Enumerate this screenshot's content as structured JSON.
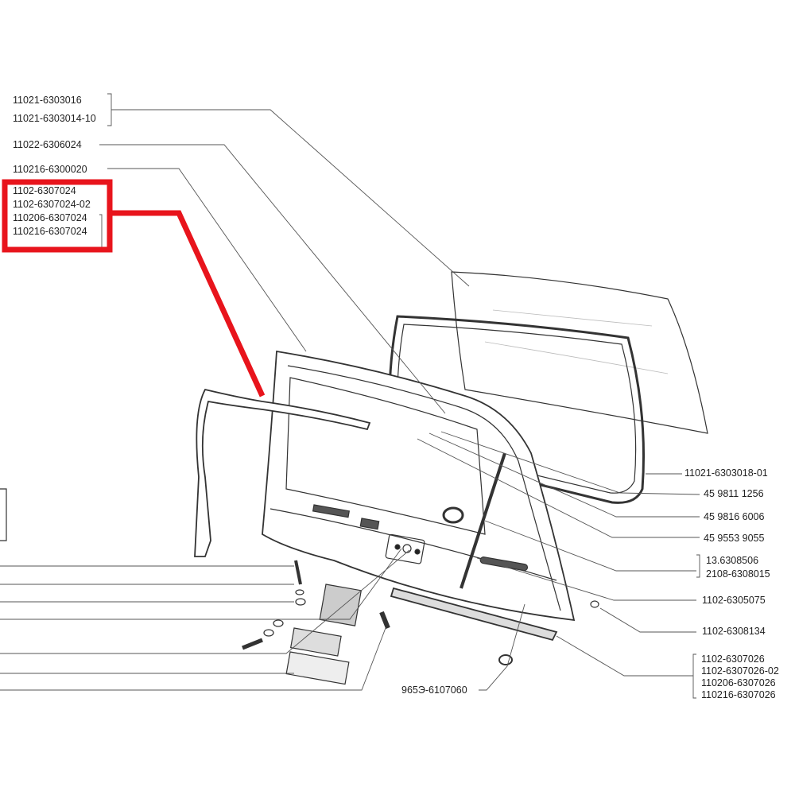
{
  "labels": {
    "rear_glass": [
      "11021-6303016",
      "11021-6303014-10"
    ],
    "tailgate_seal": "11022-6306024",
    "tailgate": "110216-6300020",
    "upper_trim_highlighted": [
      "1102-6307024",
      "1102-6307024-02",
      "110206-6307024",
      "110216-6307024"
    ],
    "glass_seal": "11021-6303018-01",
    "part_45_9811_1256": "45 9811 1256",
    "part_45_9816_6006": "45 9816 6006",
    "part_45_9553_9055": "45 9553 9055",
    "lamp_parts": [
      "13.6308506",
      "2108-6308015"
    ],
    "part_1102_6305075": "1102-6305075",
    "part_1102_6308134": "1102-6308134",
    "lower_trim": [
      "1102-6307026",
      "1102-6307026-02",
      "110206-6307026",
      "110216-6307026"
    ],
    "grommet": "965Э-6107060"
  },
  "colors": {
    "highlight": "#e8141c",
    "line": "#333333"
  }
}
